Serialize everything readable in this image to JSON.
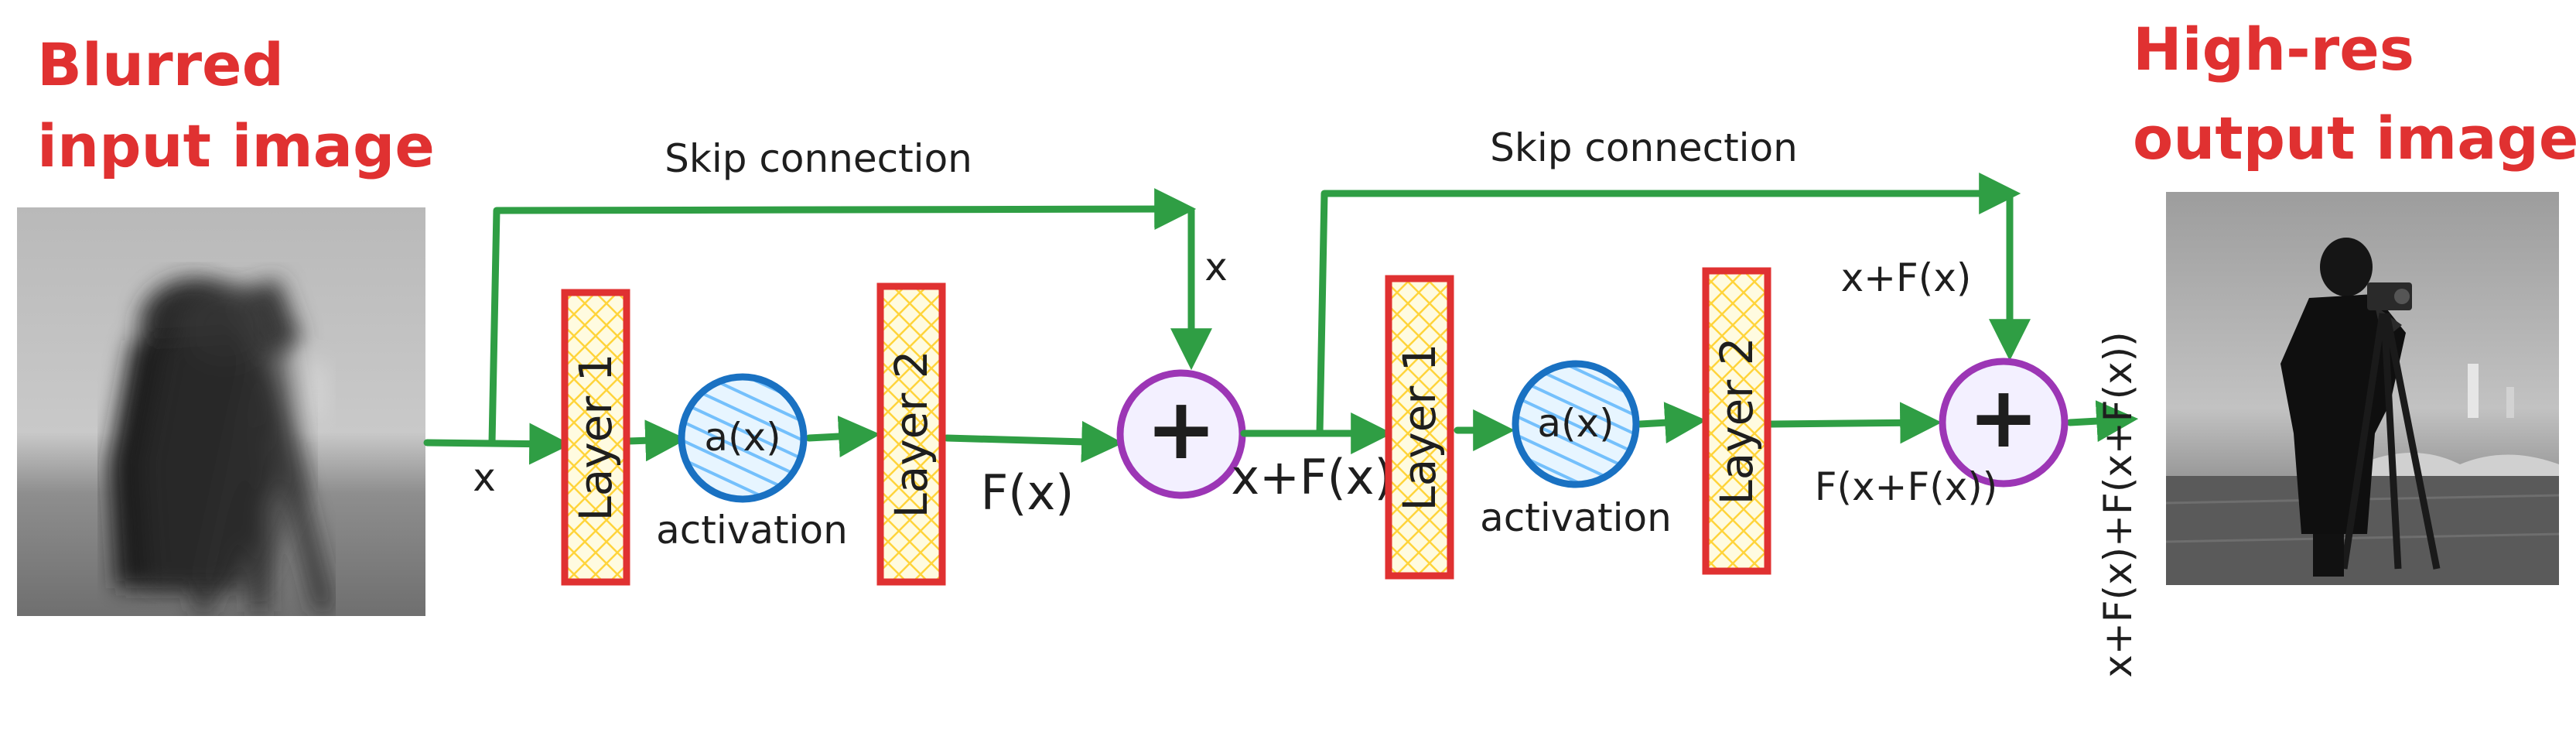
{
  "input": {
    "title_line1": "Blurred",
    "title_line2": "input image"
  },
  "output": {
    "title_line1": "High-res",
    "title_line2": "output image"
  },
  "block1": {
    "skip_label": "Skip connection",
    "skip_value": "x",
    "input_label": "x",
    "layer1": "Layer 1",
    "activation_symbol": "a(x)",
    "activation_label": "activation",
    "layer2": "Layer 2",
    "fx_label": "F(x)",
    "add_symbol": "+",
    "out_label": "x+F(x)"
  },
  "block2": {
    "skip_label": "Skip connection",
    "skip_value": "x+F(x)",
    "layer1": "Layer 1",
    "activation_symbol": "a(x)",
    "activation_label": "activation",
    "layer2": "Layer 2",
    "fx_label": "F(x+F(x))",
    "add_symbol": "+",
    "out_label": "x+F(x)+F(x+F(x))"
  },
  "colors": {
    "arrow": "#2f9e44",
    "title": "#e03131",
    "layer_stroke": "#e03131",
    "layer_fill": "#fff3bf",
    "activation_stroke": "#1971c2",
    "activation_fill": "#a5d8ff",
    "add_stroke": "#9c36b5",
    "add_fill": "#f3f0ff"
  }
}
